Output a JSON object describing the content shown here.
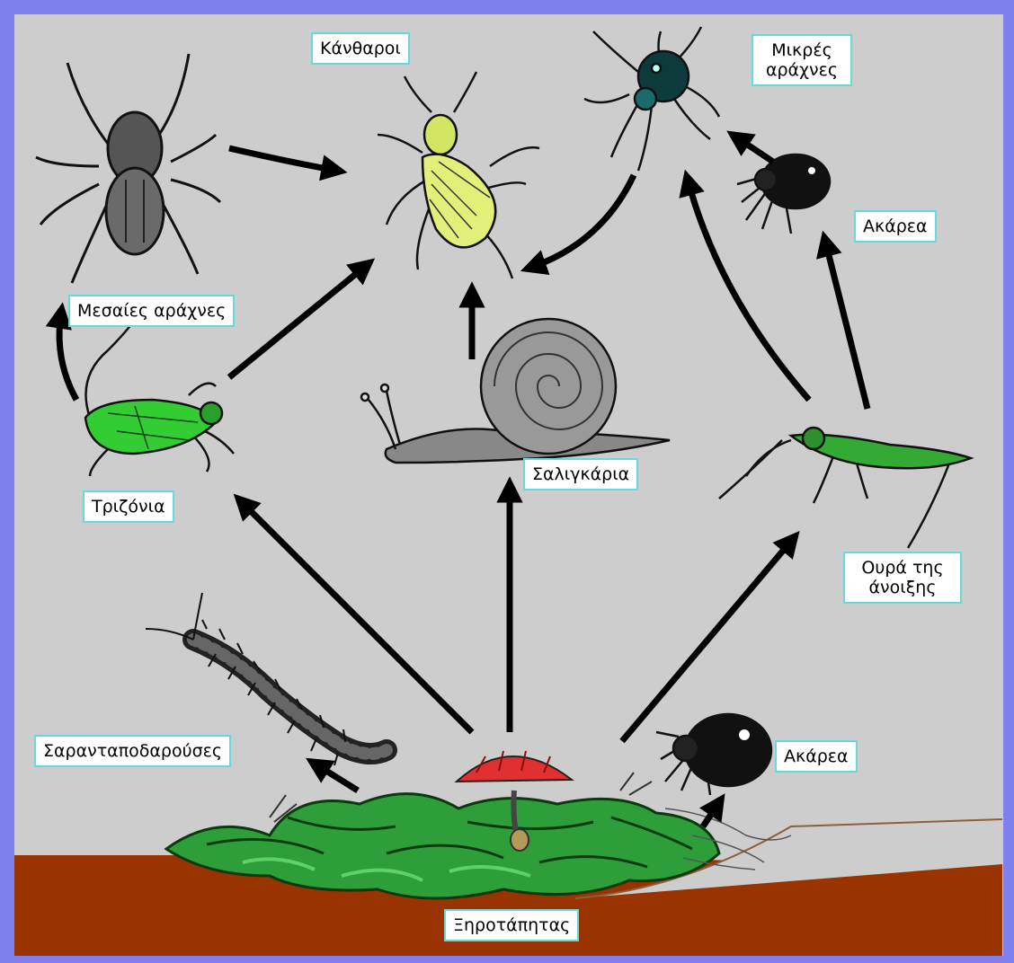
{
  "nodes": {
    "medium_spiders": "Μεσαίες αράχνες",
    "beetles": "Κάνθαροι",
    "small_spiders": "Μικρές αράχνες",
    "mites_top": "Ακάρεα",
    "crickets": "Τριζόνια",
    "snails": "Σαλιγκάρια",
    "springtails": "Ουρά της άνοιξης",
    "centipedes": "Σαρανταποδαρούσες",
    "mites_bottom": "Ακάρεα",
    "leaf_litter": "Ξηροτάπητας"
  },
  "colors": {
    "frame": "#8080f0",
    "background": "#cdcdcd",
    "soil": "#993300",
    "label_border": "#66d9d9",
    "arrow": "#000000",
    "mushroom_cap": "#e03030",
    "litter": "#2e9e3a",
    "beetle": "#e2f07a",
    "cricket": "#33cc33",
    "springtail": "#33aa33",
    "snail": "#888888",
    "small_spider": "#0d3a3a"
  }
}
